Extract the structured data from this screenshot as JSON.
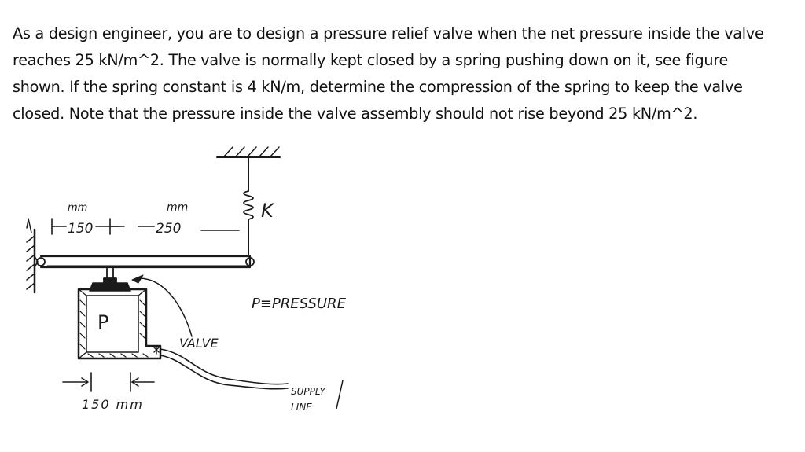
{
  "problem": {
    "lines": [
      "As a design engineer, you are to design a pressure relief valve when the net pressure inside the valve",
      "reaches 25 kN/m^2. The valve is normally kept closed by a spring pushing down on it, see figure",
      "shown. If the spring constant is 4 kN/m, determine the compression of the spring to keep the valve",
      "closed. Note that the pressure inside the valve assembly should not rise beyond 25 kN/m^2."
    ]
  },
  "figure": {
    "dim_left_unit": "mm",
    "dim_left_value": "150",
    "dim_right_unit": "mm",
    "dim_right_value": "250",
    "spring_label": "K",
    "pressure_symbol": "P",
    "pressure_legend": "P≡PRESSURE",
    "valve_label": "VALVE",
    "bottom_dim": "150 mm",
    "supply_line_1": "SUPPLY",
    "supply_line_2": "LINE"
  }
}
